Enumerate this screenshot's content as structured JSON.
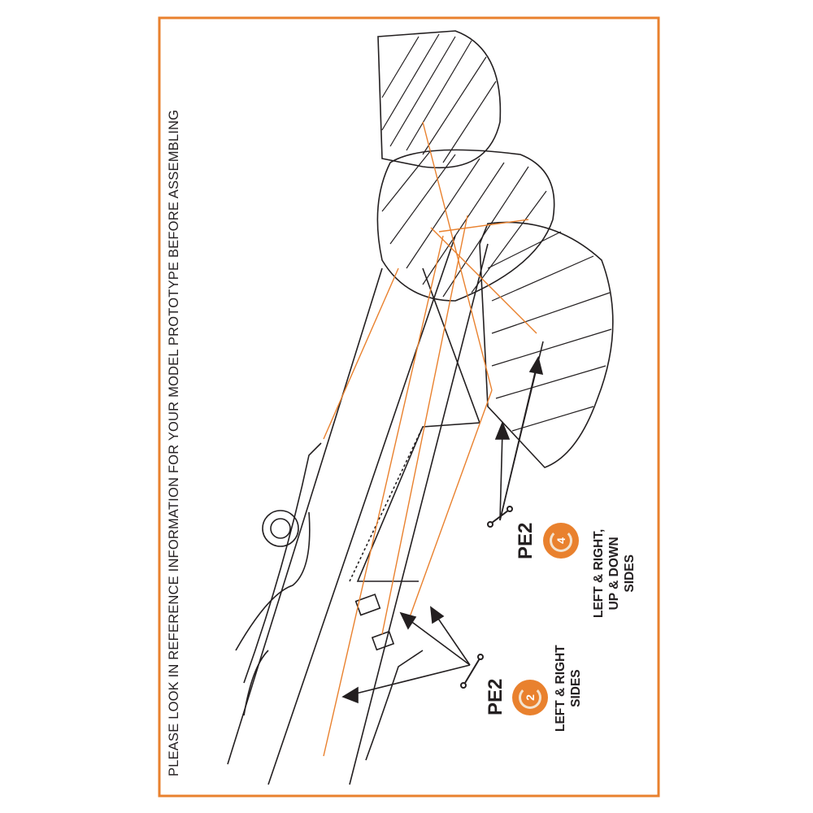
{
  "header": {
    "instruction": "PLEASE LOOK IN REFERENCE INFORMATION FOR YOUR MODEL PROTOTYPE BEFORE ASSEMBLING"
  },
  "callouts": [
    {
      "part": "PE2",
      "step": "2",
      "line1": "LEFT & RIGHT",
      "line2": "SIDES"
    },
    {
      "part": "PE2",
      "step": "4",
      "line1": "LEFT & RIGHT,",
      "line2": "UP & DOWN",
      "line3": "SIDES"
    }
  ],
  "colors": {
    "frame": "#e9812e",
    "rigging": "#e9812e",
    "ink": "#231f20"
  }
}
